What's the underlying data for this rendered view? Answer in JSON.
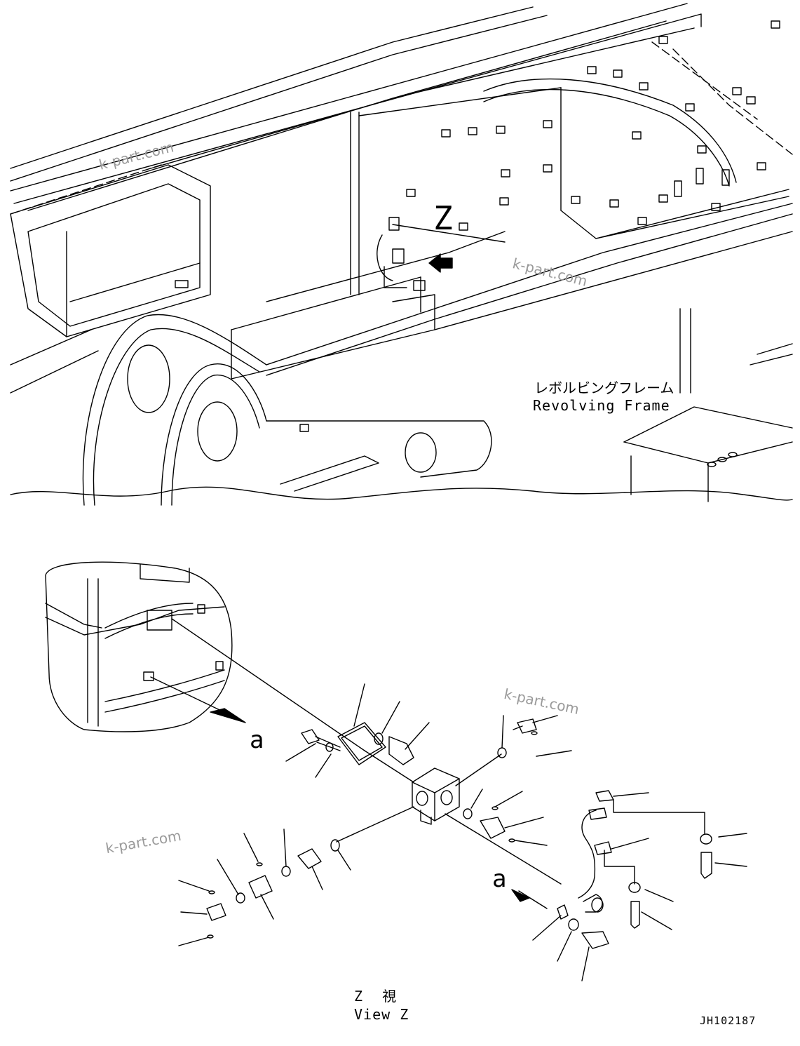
{
  "labels": {
    "view_letter": "Z",
    "frame_jp": "レボルビングフレーム",
    "frame_en": "Revolving Frame",
    "ref_a_top": "a",
    "ref_a_bottom": "a",
    "view_caption_jp": "Z 視",
    "view_caption_en": "View Z",
    "drawing_code": "JH102187"
  },
  "watermarks": [
    "k-part.com",
    "k-part.com",
    "k-part.com",
    "k-part.com"
  ]
}
